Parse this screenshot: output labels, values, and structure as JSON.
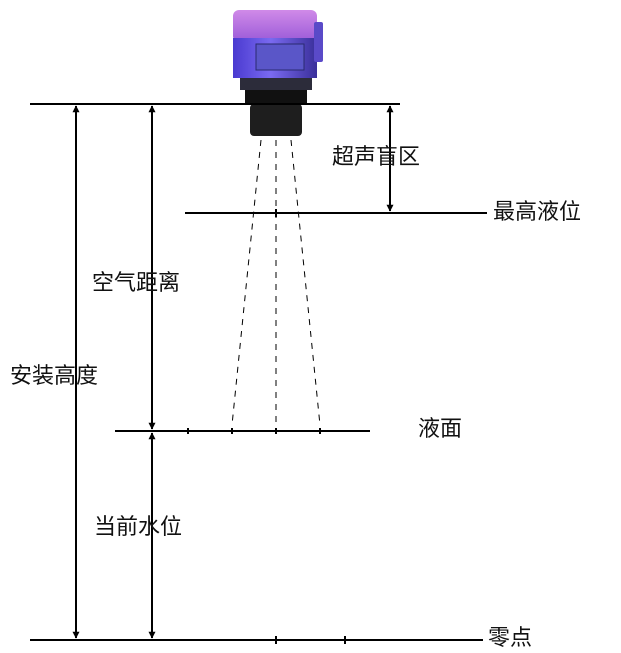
{
  "colors": {
    "line": "#000000",
    "sensor_body_top": "#b86ad8",
    "sensor_body_mid": "#6a5ae8",
    "sensor_body_dark": "#3a2f9a",
    "sensor_bottom": "#1e1e1e"
  },
  "icons": {
    "sensor": "ultrasonic-level-transmitter"
  },
  "labels": {
    "blind_zone": "超声盲区",
    "max_level": "最高液位",
    "air_distance": "空气距离",
    "install_height": "安装高度",
    "liquid_surface": "液面",
    "current_level": "当前水位",
    "zero_point": "零点"
  }
}
